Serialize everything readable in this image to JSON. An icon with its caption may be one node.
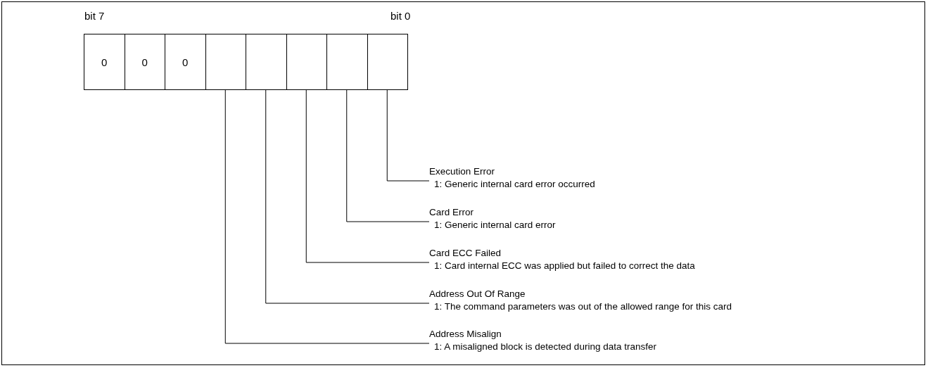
{
  "diagram": {
    "nodes": [
      {
        "text": [
          "0"
        ]
      },
      {
        "text": [
          "0"
        ]
      },
      {
        "text": [
          "0"
        ]
      },
      {
        "text": [],
        "shape": "box"
      },
      {
        "text": [],
        "shape": "box"
      },
      {
        "text": [],
        "shape": "box"
      },
      {
        "text": [],
        "shape": "box"
      },
      {
        "text": [],
        "shape": "box"
      },
      {
        "text": [
          "Execution Error",
          "1: Generic internal card error occurred"
        ]
      },
      {
        "text": [
          "Card Error",
          "1: Generic internal card error"
        ]
      },
      {
        "text": [
          "Card ECC Failed",
          "1: Card internal ECC was applied but failed to correct the data"
        ]
      },
      {
        "text": [
          "Address Out Of Range",
          "1: The command parameters was out of the allowed range for this card"
        ]
      },
      {
        "text": [
          "Address Misalign",
          "1: A misaligned block is detected during data transfer"
        ]
      }
    ],
    "edges": [
      {
        "from": 8,
        "to": 7,
        "arrow": "none"
      },
      {
        "from": 9,
        "to": 6,
        "arrow": "none"
      },
      {
        "from": 10,
        "to": 5,
        "arrow": "none"
      },
      {
        "from": 11,
        "to": 4,
        "arrow": "none"
      },
      {
        "from": 12,
        "to": 3,
        "arrow": "none"
      }
    ],
    "labels": [
      "bit 7",
      "bit 0"
    ]
  }
}
